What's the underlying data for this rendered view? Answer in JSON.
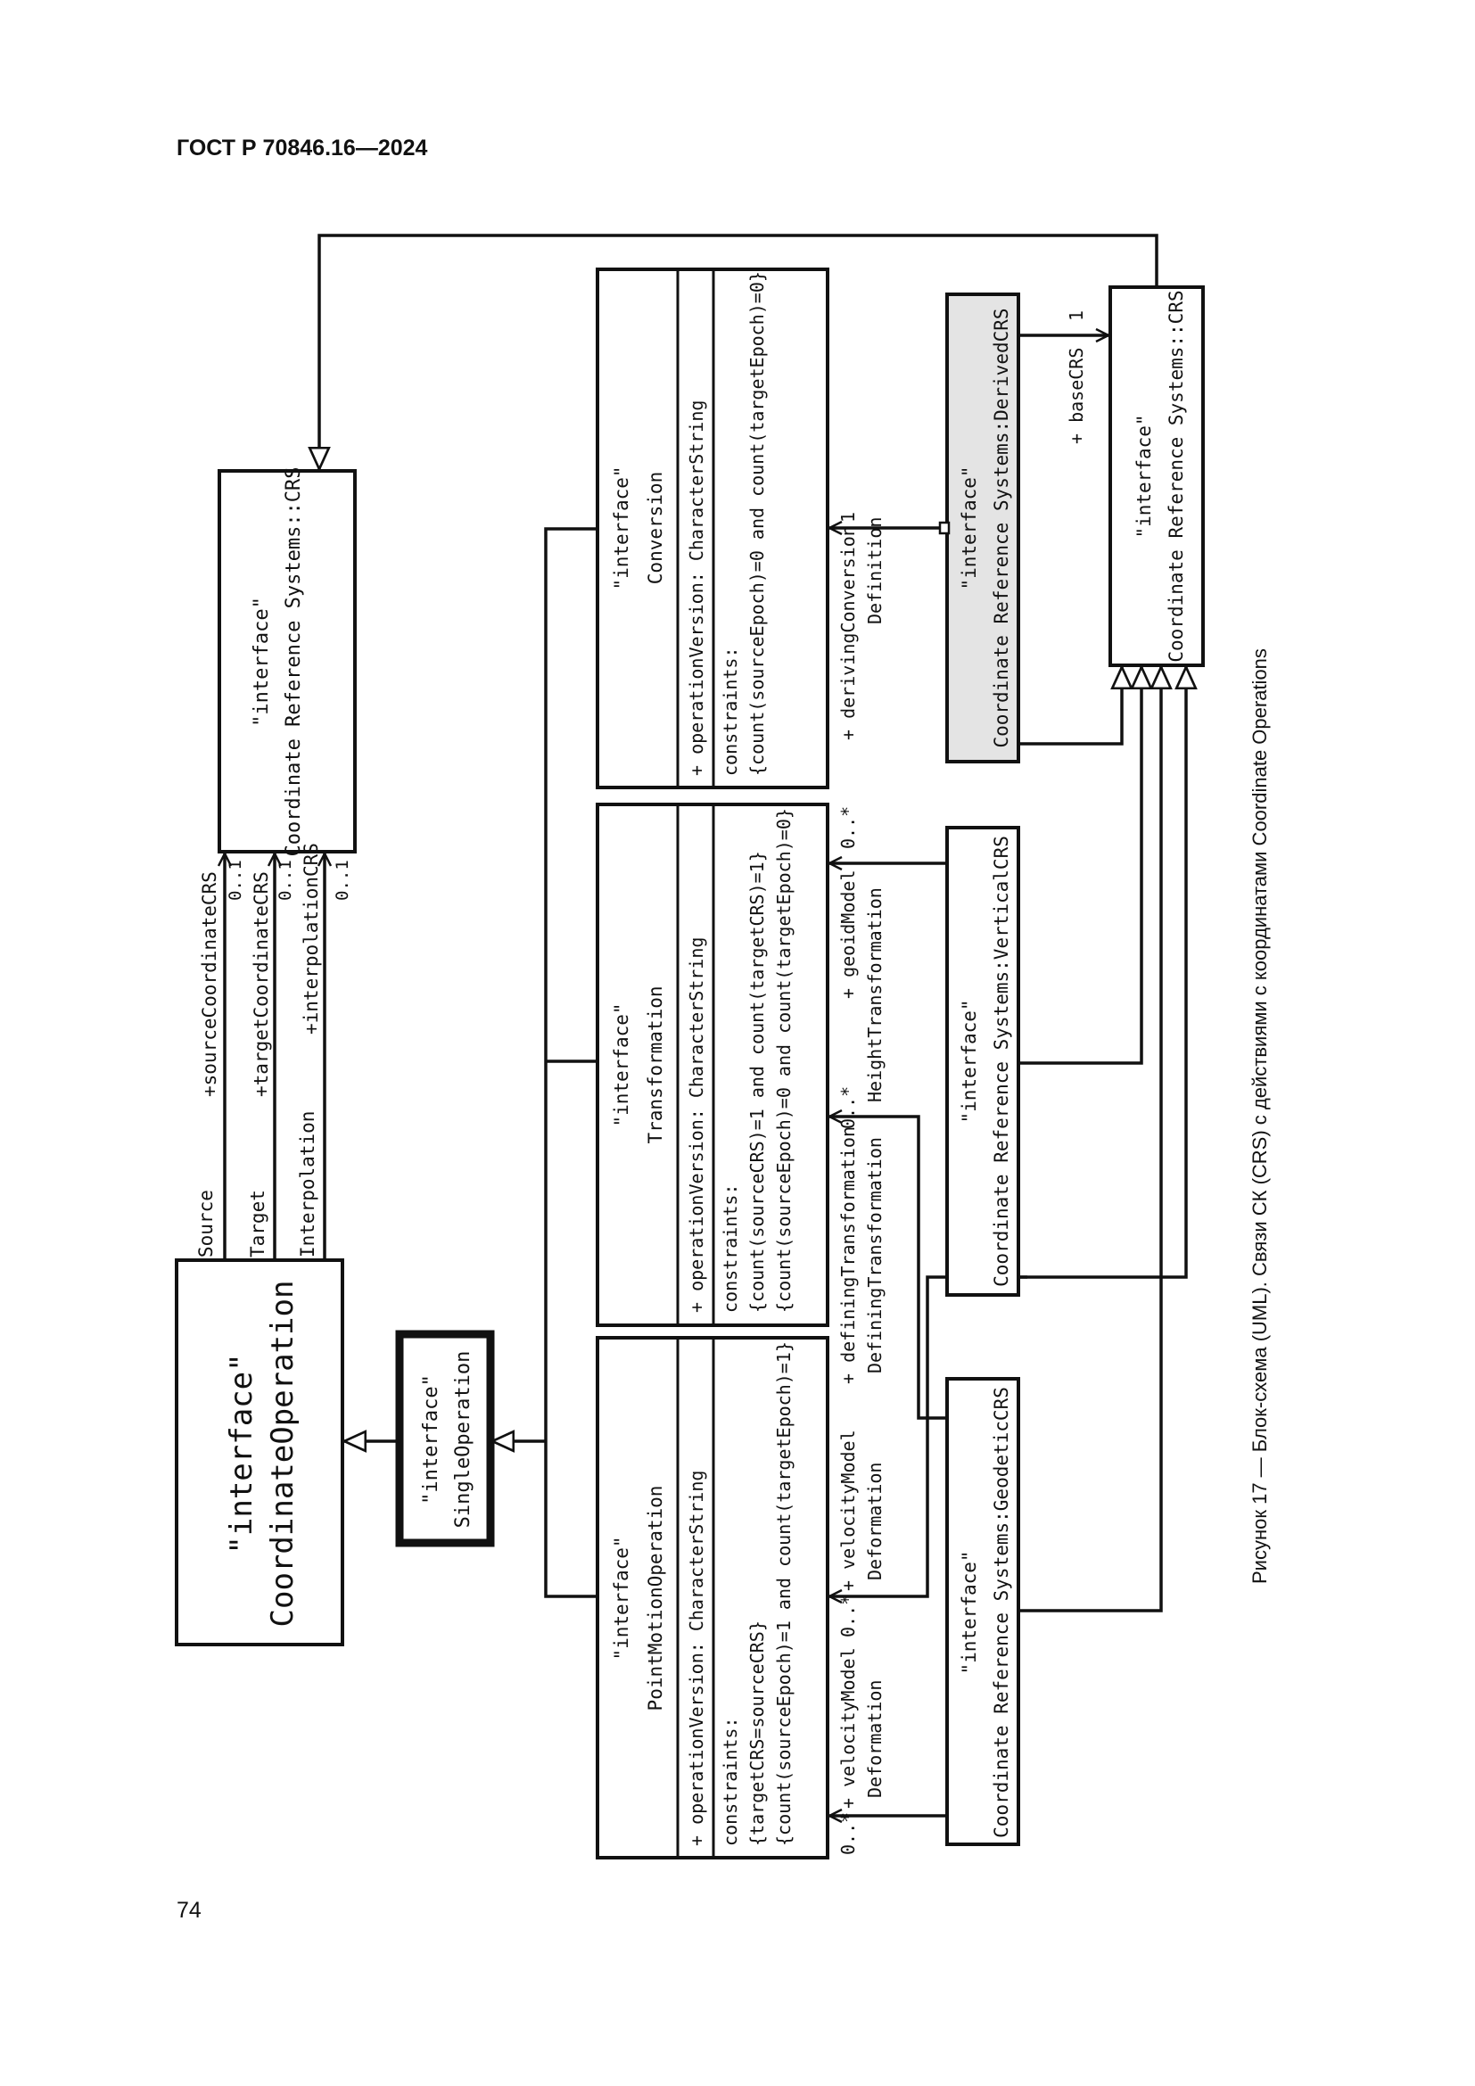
{
  "header": {
    "standard": "ГОСТ Р 70846.16—2024"
  },
  "page_number": "74",
  "figure": {
    "caption": "Рисунок 17 — Блок-схема (UML). Связи СК (CRS) с действиями с координатами Coordinate Operations"
  },
  "classes": {
    "coordinate_operation": {
      "stereotype": "\"interface\"",
      "name": "CoordinateOperation"
    },
    "single_operation": {
      "stereotype": "\"interface\"",
      "name": "SingleOperation"
    },
    "crs_top": {
      "stereotype": "\"interface\"",
      "name": "Coordinate Reference Systems::CRS"
    },
    "point_motion_operation": {
      "stereotype": "\"interface\"",
      "name": "PointMotionOperation",
      "attribute": "+ operationVersion: CharacterString",
      "constraints_label": "constraints:",
      "constraint_1": "{targetCRS=sourceCRS}",
      "constraint_2": "{count(sourceEpoch)=1 and count(targetEpoch)=1}"
    },
    "transformation": {
      "stereotype": "\"interface\"",
      "name": "Transformation",
      "attribute": "+ operationVersion: CharacterString",
      "constraints_label": "constraints:",
      "constraint_1": "{count(sourceCRS)=1 and count(targetCRS)=1}",
      "constraint_2": "{count(sourceEpoch)=0 and count(targetEpoch)=0}"
    },
    "conversion": {
      "stereotype": "\"interface\"",
      "name": "Conversion",
      "attribute": "+ operationVersion: CharacterString",
      "constraints_label": "constraints:",
      "constraint_1": "{count(sourceEpoch)=0 and count(targetEpoch)=0}"
    },
    "geodetic_crs": {
      "stereotype": "\"interface\"",
      "name": "Coordinate Reference Systems:GeodeticCRS"
    },
    "vertical_crs": {
      "stereotype": "\"interface\"",
      "name": "Coordinate Reference Systems:VerticalCRS"
    },
    "derived_crs": {
      "stereotype": "\"interface\"",
      "name": "Coordinate Reference Systems:DerivedCRS"
    },
    "crs_bottom": {
      "stereotype": "\"interface\"",
      "name": "Coordinate Reference Systems::CRS"
    }
  },
  "associations": {
    "source": {
      "name": "Source",
      "role": "+sourceCoordinateCRS",
      "multiplicity": "0..1"
    },
    "target": {
      "name": "Target",
      "role": "+targetCoordinateCRS",
      "multiplicity": "0..1"
    },
    "interpolation": {
      "name": "Interpolation",
      "role": "+interpolationCRS",
      "multiplicity": "0..1"
    },
    "velocity_model_1": {
      "role": "+ velocityModel",
      "name": "Deformation",
      "multiplicity": "0..*"
    },
    "velocity_model_2": {
      "role": "+ velocityModel",
      "name": "Deformation",
      "multiplicity": "0..*"
    },
    "defining_transformation": {
      "role": "+ definingTransformation",
      "name": "DefiningTransformation",
      "multiplicity": "0..*"
    },
    "geoid_model": {
      "role": "+ geoidModel",
      "name": "HeightTransformation",
      "multiplicity": "0..*"
    },
    "deriving_conversion": {
      "role": "+ derivingConversion",
      "name": "Definition",
      "multiplicity": "1"
    },
    "base_crs": {
      "role": "+ baseCRS",
      "multiplicity": "1"
    }
  },
  "colors": {
    "line": "#111111",
    "derived_fill": "#e4e4e4",
    "background": "#ffffff"
  }
}
